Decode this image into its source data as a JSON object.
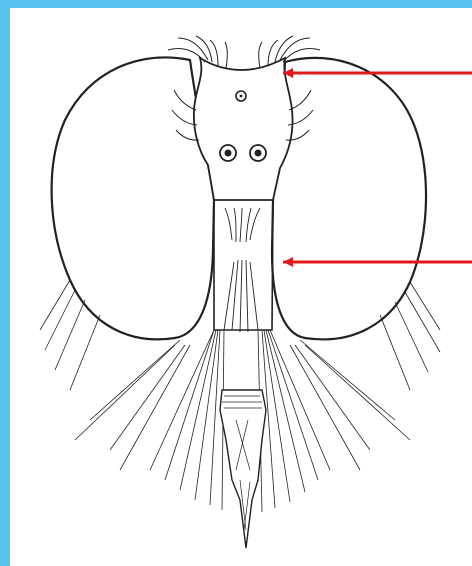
{
  "figure": {
    "subject": "fly-head-frontal-view",
    "frame_color": "#5bc3f1",
    "pointer_color": "#e0191b",
    "ink_color": "#222222"
  },
  "pointers": [
    {
      "name": "upper-pointer"
    },
    {
      "name": "lower-pointer"
    }
  ]
}
